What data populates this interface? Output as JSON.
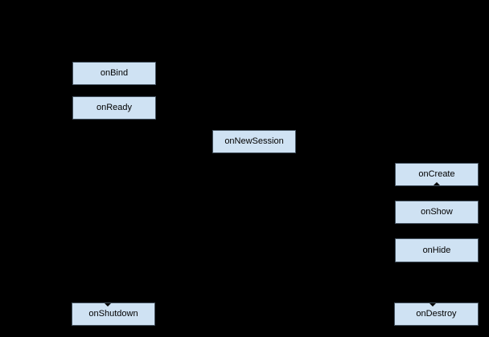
{
  "colors": {
    "background": "#000000",
    "node_fill": "#cfe2f3",
    "node_border": "#455360",
    "node_text": "#000000",
    "arrowhead": "#000000"
  },
  "diagram": {
    "type": "lifecycle-flow-diagram",
    "nodes": [
      {
        "id": "onBind",
        "label": "onBind"
      },
      {
        "id": "onReady",
        "label": "onReady"
      },
      {
        "id": "onNewSession",
        "label": "onNewSession"
      },
      {
        "id": "onCreate",
        "label": "onCreate"
      },
      {
        "id": "onShow",
        "label": "onShow"
      },
      {
        "id": "onHide",
        "label": "onHide"
      },
      {
        "id": "onShutdown",
        "label": "onShutdown"
      },
      {
        "id": "onDestroy",
        "label": "onDestroy"
      }
    ]
  }
}
